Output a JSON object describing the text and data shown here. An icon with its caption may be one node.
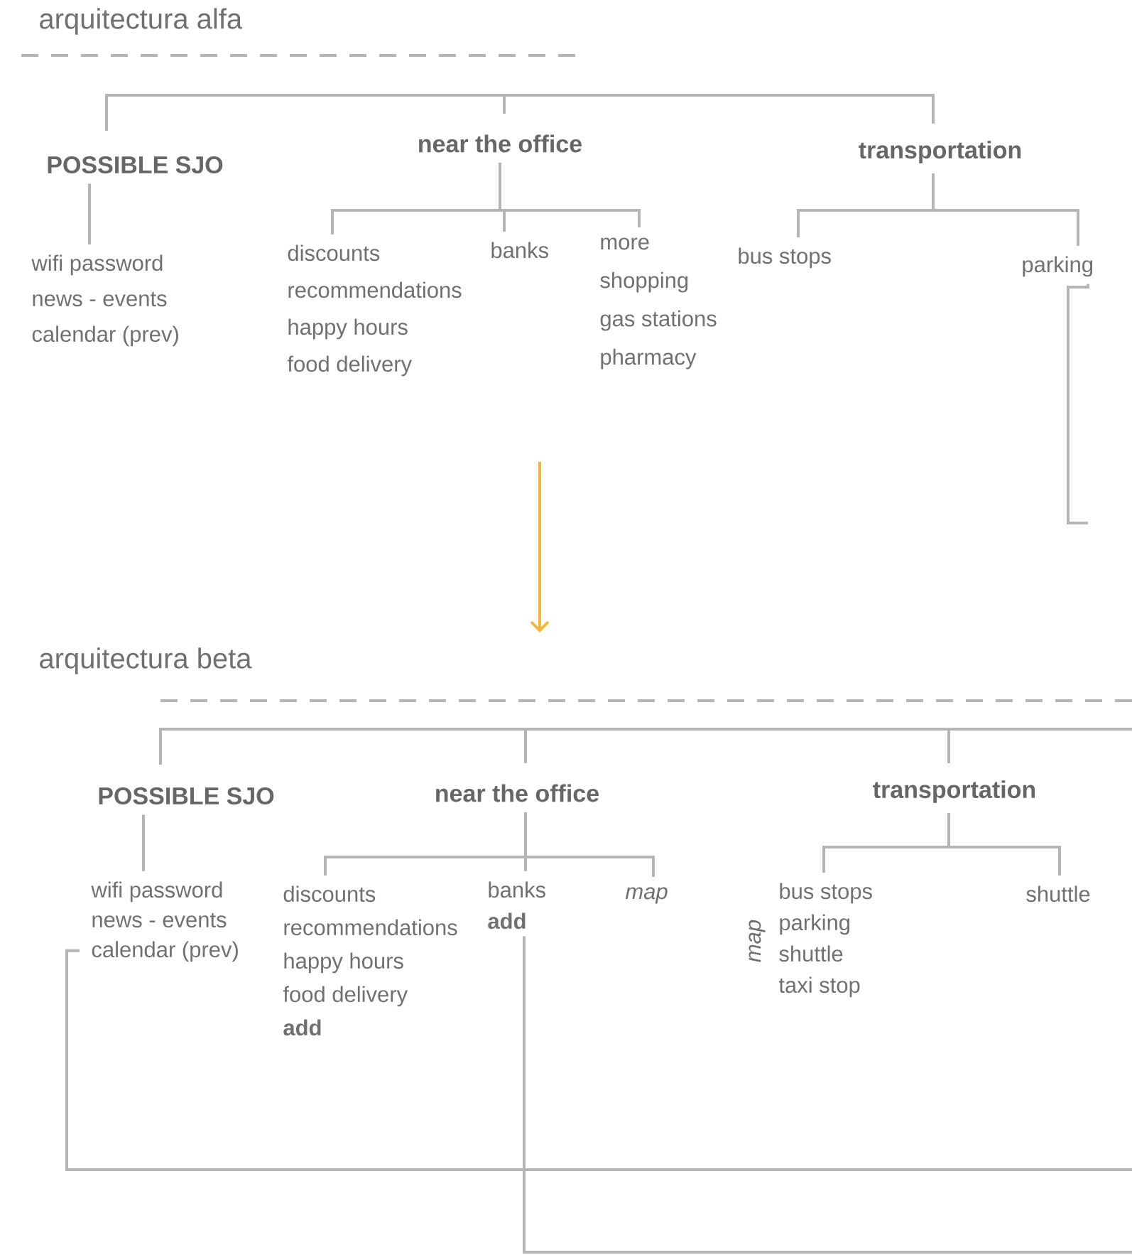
{
  "diagram": {
    "nodes": [
      {
        "text": [
          "arquitectura alfa"
        ]
      },
      {
        "text": [
          "POSSIBLE SJO"
        ]
      },
      {
        "text": [
          "near the office"
        ]
      },
      {
        "text": [
          "transportation"
        ]
      },
      {
        "text": [
          "wifi password",
          "news - events",
          "calendar (prev)"
        ]
      },
      {
        "text": [
          "discounts",
          "recommendations",
          "happy hours",
          "food delivery"
        ]
      },
      {
        "text": [
          "banks"
        ]
      },
      {
        "text": [
          "more",
          "shopping",
          "gas stations",
          "pharmacy"
        ]
      },
      {
        "text": [
          "bus stops"
        ]
      },
      {
        "text": [
          "parking"
        ]
      },
      {
        "text": [
          "arquitectura beta"
        ]
      },
      {
        "text": [
          "POSSIBLE SJO"
        ]
      },
      {
        "text": [
          "near the office"
        ]
      },
      {
        "text": [
          "transportation"
        ]
      },
      {
        "text": [
          "wifi password",
          "news - events",
          "calendar (prev)"
        ]
      },
      {
        "text": [
          "discounts",
          "recommendations",
          "happy hours",
          "food delivery",
          "**add**"
        ]
      },
      {
        "text": [
          "banks",
          "**add**"
        ]
      },
      {
        "text": [
          "*map*"
        ]
      },
      {
        "text": [
          "bus stops",
          "parking",
          "shuttle",
          "taxi stop"
        ],
        "beside": [
          "*map*"
        ]
      },
      {
        "text": [
          "shuttle"
        ]
      }
    ],
    "edges": [
      {
        "from": 1,
        "to": 4,
        "arrow": "none"
      },
      {
        "from": 2,
        "to": 5,
        "arrow": "none"
      },
      {
        "from": 2,
        "to": 6,
        "arrow": "none"
      },
      {
        "from": 2,
        "to": 7,
        "arrow": "none"
      },
      {
        "from": 3,
        "to": 8,
        "arrow": "none"
      },
      {
        "from": 3,
        "to": 9,
        "arrow": "none"
      },
      {
        "from": 9,
        "to": null,
        "arrow": "none"
      },
      {
        "from": 11,
        "to": 14,
        "arrow": "none"
      },
      {
        "from": 12,
        "to": 15,
        "arrow": "none"
      },
      {
        "from": 12,
        "to": 16,
        "arrow": "none"
      },
      {
        "from": 12,
        "to": 17,
        "arrow": "none"
      },
      {
        "from": 13,
        "to": 18,
        "arrow": "none"
      },
      {
        "from": 13,
        "to": 19,
        "arrow": "none"
      },
      {
        "from": 14,
        "to": null,
        "arrow": "none"
      },
      {
        "from": 16,
        "to": null,
        "arrow": "none"
      }
    ]
  }
}
